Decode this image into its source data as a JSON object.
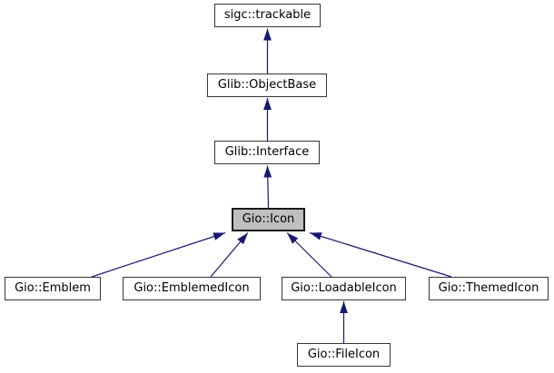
{
  "diagram": {
    "type": "inheritance-graph",
    "focus_class": "Gio::Icon",
    "nodes": [
      {
        "id": "sigc-trackable",
        "label": "sigc::trackable",
        "highlighted": false
      },
      {
        "id": "glib-objectbase",
        "label": "Glib::ObjectBase",
        "highlighted": false
      },
      {
        "id": "glib-interface",
        "label": "Glib::Interface",
        "highlighted": false
      },
      {
        "id": "gio-icon",
        "label": "Gio::Icon",
        "highlighted": true
      },
      {
        "id": "gio-emblem",
        "label": "Gio::Emblem",
        "highlighted": false
      },
      {
        "id": "gio-emblemedicon",
        "label": "Gio::EmblemedIcon",
        "highlighted": false
      },
      {
        "id": "gio-loadableicon",
        "label": "Gio::LoadableIcon",
        "highlighted": false
      },
      {
        "id": "gio-themedicon",
        "label": "Gio::ThemedIcon",
        "highlighted": false
      },
      {
        "id": "gio-fileicon",
        "label": "Gio::FileIcon",
        "highlighted": false
      }
    ],
    "edges": [
      {
        "from": "Glib::ObjectBase",
        "to": "sigc::trackable",
        "relation": "inherits"
      },
      {
        "from": "Glib::Interface",
        "to": "Glib::ObjectBase",
        "relation": "inherits"
      },
      {
        "from": "Gio::Icon",
        "to": "Glib::Interface",
        "relation": "inherits"
      },
      {
        "from": "Gio::Emblem",
        "to": "Gio::Icon",
        "relation": "inherits"
      },
      {
        "from": "Gio::EmblemedIcon",
        "to": "Gio::Icon",
        "relation": "inherits"
      },
      {
        "from": "Gio::LoadableIcon",
        "to": "Gio::Icon",
        "relation": "inherits"
      },
      {
        "from": "Gio::ThemedIcon",
        "to": "Gio::Icon",
        "relation": "inherits"
      },
      {
        "from": "Gio::FileIcon",
        "to": "Gio::LoadableIcon",
        "relation": "inherits"
      }
    ],
    "colors": {
      "arrow": "#191970",
      "node_border": "#353535",
      "node_fill": "#ffffff",
      "highlight_fill": "#bfbfbf",
      "text": "#000000",
      "background": "#ffffff"
    }
  }
}
